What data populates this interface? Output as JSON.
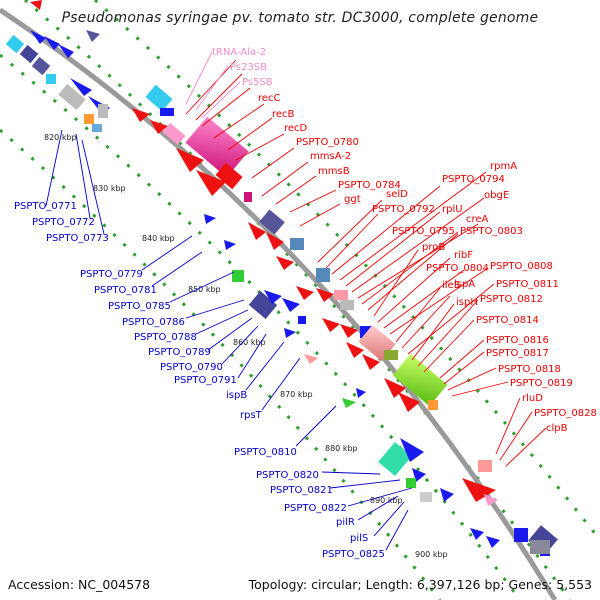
{
  "map": {
    "title": "Pseudomonas syringae pv. tomato str. DC3000, complete genome",
    "accession": "Accession: NC_004578",
    "summary": "Topology: circular; Length: 6,397,126 bp; Genes: 5,553"
  },
  "colors": {
    "forward_label": "#ee0000",
    "reverse_label": "#0000cc",
    "rna_label": "#f08cc8",
    "backbone": "#9a9a9a",
    "dots": "#2e9e2e"
  },
  "ticks": [
    "820 kbp",
    "830 kbp",
    "840 kbp",
    "850 kbp",
    "860 kbp",
    "870 kbp",
    "880 kbp",
    "890 kbp",
    "900 kbp"
  ],
  "forward_labels": [
    "tRNA-Ala-2",
    "Ps23SB",
    "Ps5SB",
    "recC",
    "recB",
    "recD",
    "PSPTO_0780",
    "mmsA-2",
    "mmsB",
    "PSPTO_0784",
    "ggt",
    "selD",
    "PSPTO_0792",
    "PSPTO_0794",
    "rpmA",
    "rplU",
    "obgE",
    "creA",
    "PSPTO_0795",
    "PSPTO_0803",
    "proB",
    "ribF",
    "PSPTO_0804",
    "PSPTO_0808",
    "ileS",
    "lspA",
    "PSPTO_0811",
    "ispH",
    "PSPTO_0812",
    "PSPTO_0814",
    "PSPTO_0816",
    "PSPTO_0817",
    "PSPTO_0818",
    "PSPTO_0819",
    "rluD",
    "PSPTO_0828",
    "clpB"
  ],
  "reverse_labels": [
    "PSPTO_0771",
    "PSPTO_0772",
    "PSPTO_0773",
    "PSPTO_0779",
    "PSPTO_0781",
    "PSPTO_0785",
    "PSPTO_0786",
    "PSPTO_0788",
    "PSPTO_0789",
    "PSPTO_0790",
    "PSPTO_0791",
    "ispB",
    "rpsT",
    "PSPTO_0810",
    "PSPTO_0820",
    "PSPTO_0821",
    "PSPTO_0822",
    "pilR",
    "pilS",
    "PSPTO_0825"
  ]
}
